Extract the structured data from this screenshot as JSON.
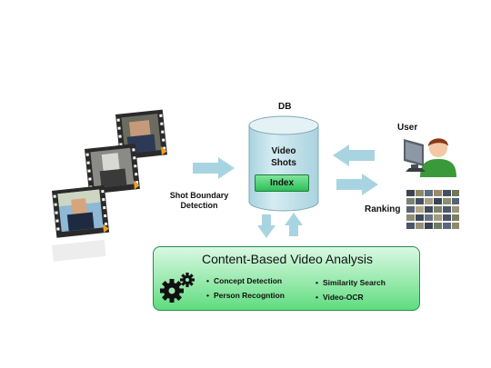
{
  "labels": {
    "db": "DB",
    "video_shots_line1": "Video",
    "video_shots_line2": "Shots",
    "index": "Index",
    "user": "User",
    "ranking": "Ranking",
    "shot_boundary_line1": "Shot Boundary",
    "shot_boundary_line2": "Detection"
  },
  "analysis": {
    "title": "Content-Based Video Analysis",
    "left_items": [
      "Concept Detection",
      "Person Recogntion"
    ],
    "right_items": [
      "Similarity Search",
      "Video-OCR"
    ],
    "bullet": "•"
  },
  "colors": {
    "arrow": "#a8d4e2",
    "cylinder_top": "#e4f2f6",
    "cylinder_body": "#bfe0ea",
    "green_light": "#d9f8e2",
    "green_dark": "#5fdc7f",
    "index_green": "#2ebf5a",
    "user_shirt": "#3a9a3a",
    "user_hair": "#8a3a18"
  },
  "icons": {
    "gears": "gears-icon",
    "user": "user-at-computer-icon",
    "filmstrip": "filmstrip-icon",
    "ranking": "ranking-thumbnail-grid-icon"
  }
}
